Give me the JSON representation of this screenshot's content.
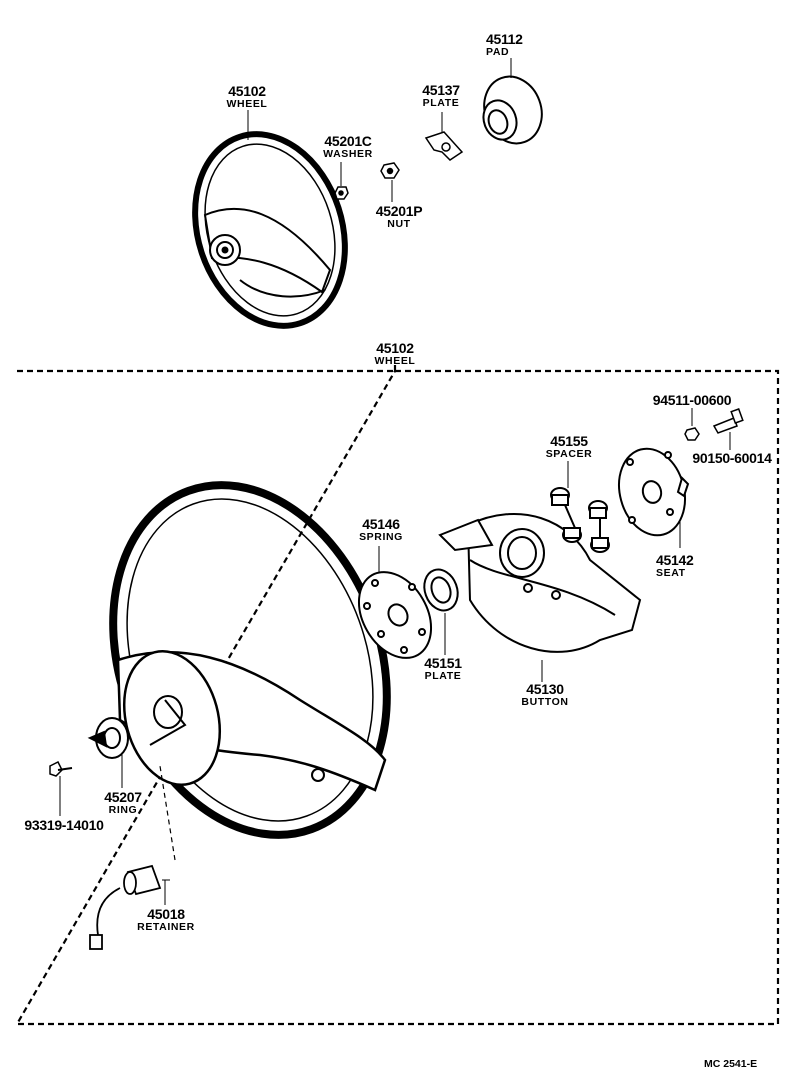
{
  "parts": [
    {
      "id": "wheel-top",
      "number": "45102",
      "name": "WHEEL"
    },
    {
      "id": "washer",
      "number": "45201C",
      "name": "WASHER"
    },
    {
      "id": "nut",
      "number": "45201P",
      "name": "NUT"
    },
    {
      "id": "plate-top",
      "number": "45137",
      "name": "PLATE"
    },
    {
      "id": "pad",
      "number": "45112",
      "name": "PAD"
    },
    {
      "id": "wheel-main",
      "number": "45102",
      "name": "WHEEL"
    },
    {
      "id": "nut-small",
      "number": "94511-00600",
      "name": ""
    },
    {
      "id": "screw",
      "number": "90150-60014",
      "name": ""
    },
    {
      "id": "spacer",
      "number": "45155",
      "name": "SPACER"
    },
    {
      "id": "seat",
      "number": "45142",
      "name": "SEAT"
    },
    {
      "id": "spring",
      "number": "45146",
      "name": "SPRING"
    },
    {
      "id": "plate-mid",
      "number": "45151",
      "name": "PLATE"
    },
    {
      "id": "button",
      "number": "45130",
      "name": "BUTTON"
    },
    {
      "id": "ring",
      "number": "45207",
      "name": "RING"
    },
    {
      "id": "bolt",
      "number": "93319-14010",
      "name": ""
    },
    {
      "id": "retainer",
      "number": "45018",
      "name": "RETAINER"
    }
  ],
  "diagram_code": "MC 2541-E"
}
